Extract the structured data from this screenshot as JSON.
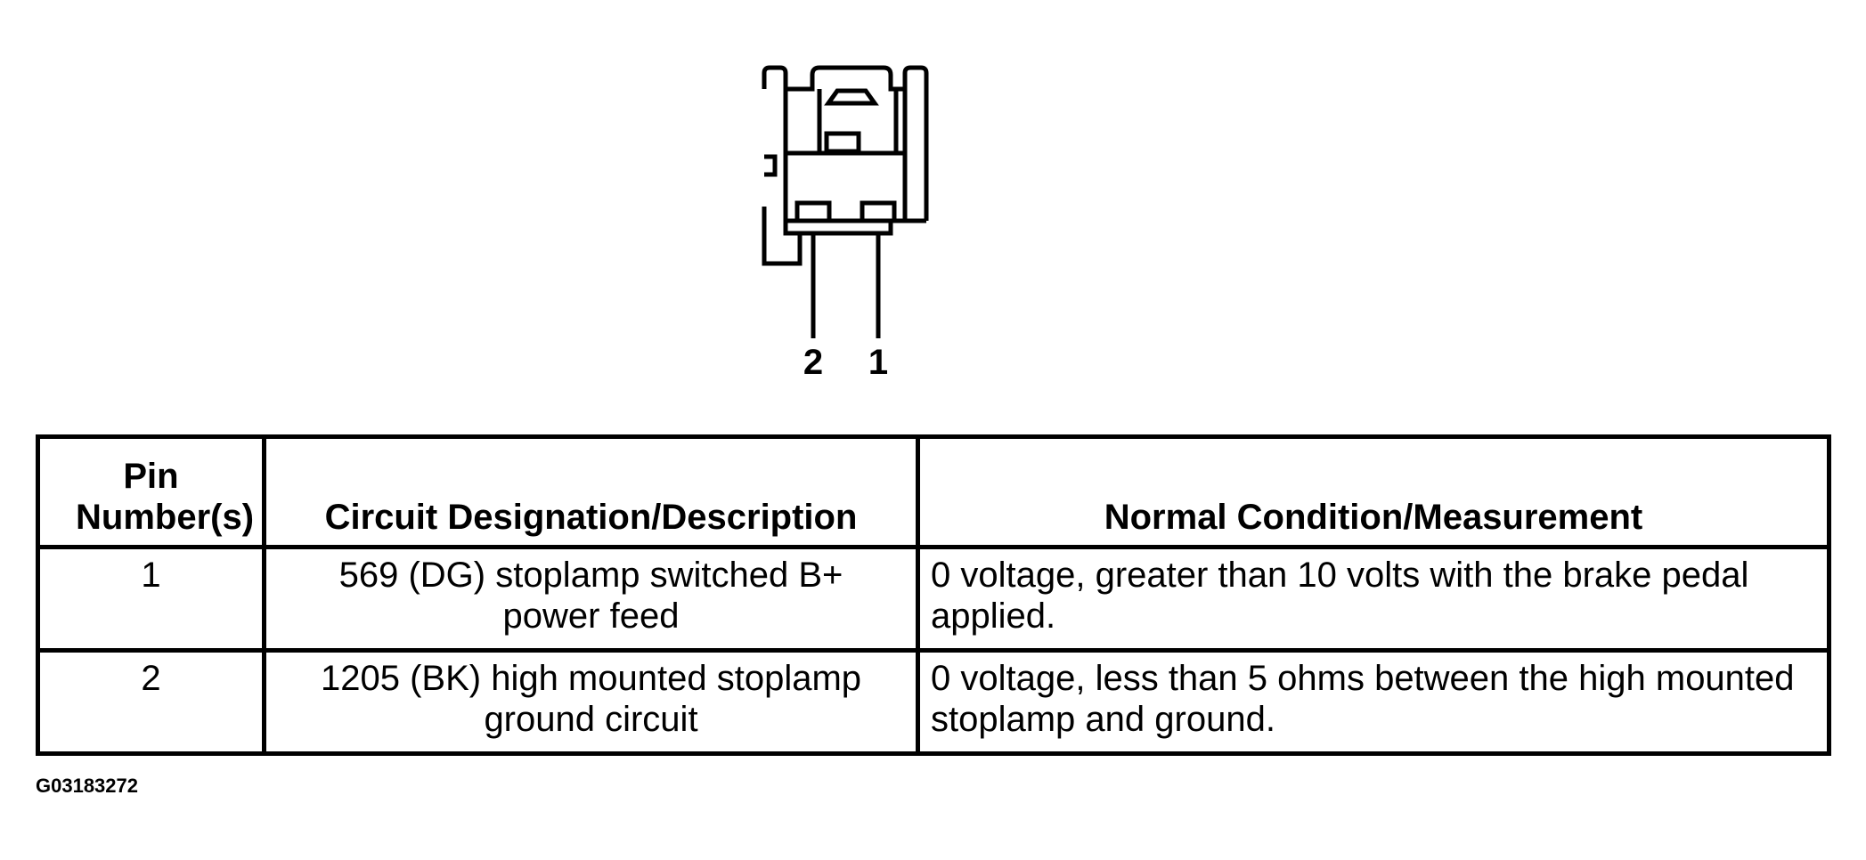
{
  "diagram": {
    "pin_labels": [
      "2",
      "1"
    ]
  },
  "table": {
    "headers": [
      "Pin Number(s)",
      "Circuit Designation/Description",
      "Normal Condition/Measurement"
    ],
    "rows": [
      {
        "pin": "1",
        "description": "569 (DG) stoplamp switched B+ power feed",
        "measurement": "0 voltage, greater than 10 volts with the brake pedal applied."
      },
      {
        "pin": "2",
        "description": "1205 (BK) high mounted stoplamp ground circuit",
        "measurement": "0 voltage, less than 5 ohms between the high mounted stoplamp and ground."
      }
    ]
  },
  "figure_id": "G03183272"
}
